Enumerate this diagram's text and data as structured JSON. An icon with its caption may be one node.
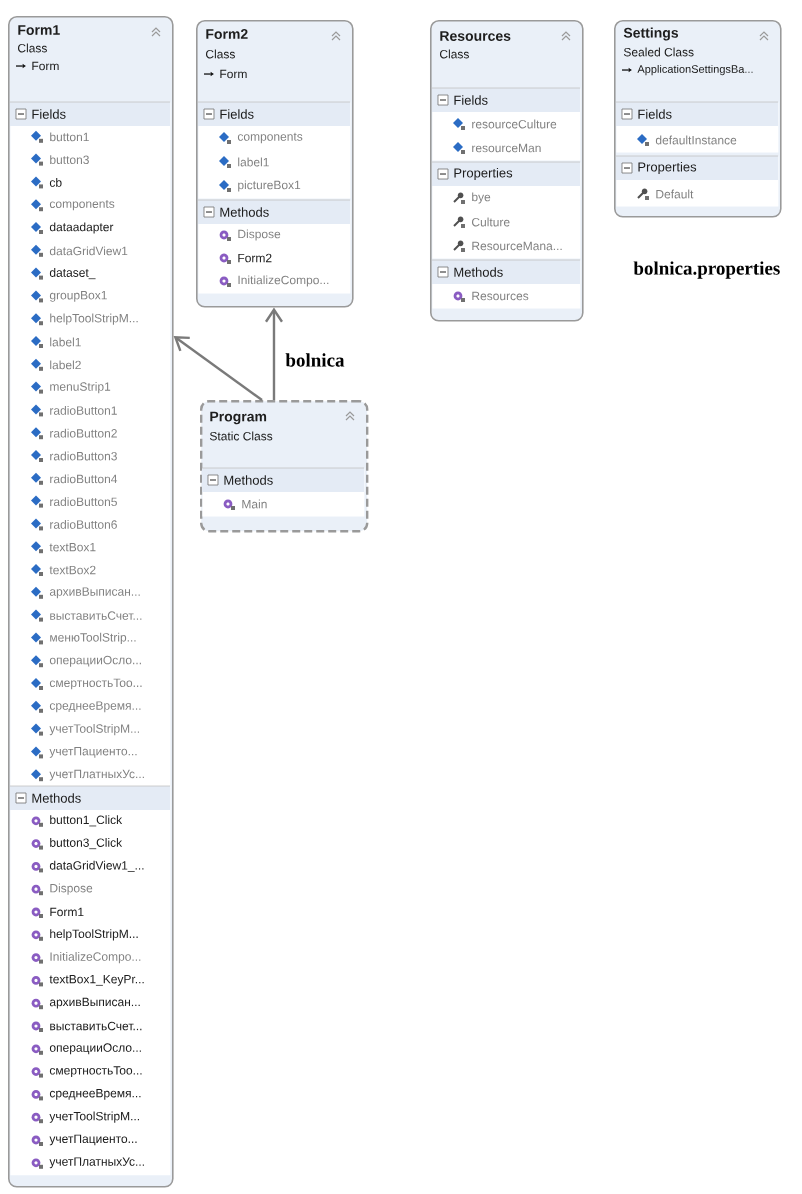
{
  "diagram": {
    "nodes": [
      {
        "text": [
          "Form1",
          "Class",
          "Form"
        ]
      },
      {
        "text": [
          "Fields",
          "button1",
          "button3",
          "cb",
          "components",
          "dataadapter",
          "dataGridView1",
          "dataset_",
          "groupBox1",
          "helpToolStripM...",
          "label1",
          "label2",
          "menuStrip1",
          "radioButton1",
          "radioButton2",
          "radioButton3",
          "radioButton4",
          "radioButton5",
          "radioButton6",
          "textBox1",
          "textBox2",
          "архивВыписан...",
          "выставитьСчет...",
          "менюToolStrip...",
          "операцииОсло...",
          "смертностьToo...",
          "среднееВремя...",
          "учетToolStripM...",
          "учетПациенто...",
          "учетПлатныхУс..."
        ],
        "in": 0
      },
      {
        "text": [
          "Methods",
          "button1_Click",
          "button3_Click",
          "dataGridView1_...",
          "Dispose",
          "Form1",
          "helpToolStripM...",
          "InitializeCompo...",
          "textBox1_KeyPr...",
          "архивВыписан...",
          "выставитьСчет...",
          "операцииОсло...",
          "смертностьToo...",
          "среднееВремя...",
          "учетToolStripM...",
          "учетПациенто...",
          "учетПлатныхУс..."
        ],
        "in": 0
      },
      {
        "text": [
          "Form2",
          "Class",
          "Form"
        ]
      },
      {
        "text": [
          "Fields",
          "components",
          "label1",
          "pictureBox1"
        ],
        "in": 3
      },
      {
        "text": [
          "Methods",
          "Dispose",
          "Form2",
          "InitializeCompo..."
        ],
        "in": 3
      },
      {
        "text": [
          "Program",
          "Static Class"
        ]
      },
      {
        "text": [
          "Methods",
          "Main"
        ],
        "in": 6
      },
      {
        "text": [
          "Resources",
          "Class"
        ]
      },
      {
        "text": [
          "Fields",
          "resourceCulture",
          "resourceMan"
        ],
        "in": 8
      },
      {
        "text": [
          "Properties",
          "bye",
          "Culture",
          "ResourceMana..."
        ],
        "in": 8
      },
      {
        "text": [
          "Methods",
          "Resources"
        ],
        "in": 8
      },
      {
        "text": [
          "Settings",
          "Sealed Class",
          "ApplicationSettingsBa..."
        ]
      },
      {
        "text": [
          "Fields",
          "defaultInstance"
        ],
        "in": 12
      },
      {
        "text": [
          "Properties",
          "Default"
        ],
        "in": 12
      }
    ],
    "edges": [
      {
        "from": 6,
        "to": 0,
        "arrow": "to"
      },
      {
        "from": 6,
        "to": 3,
        "arrow": "to"
      }
    ],
    "labels": [
      "bolnica",
      "bolnica.properties"
    ]
  }
}
